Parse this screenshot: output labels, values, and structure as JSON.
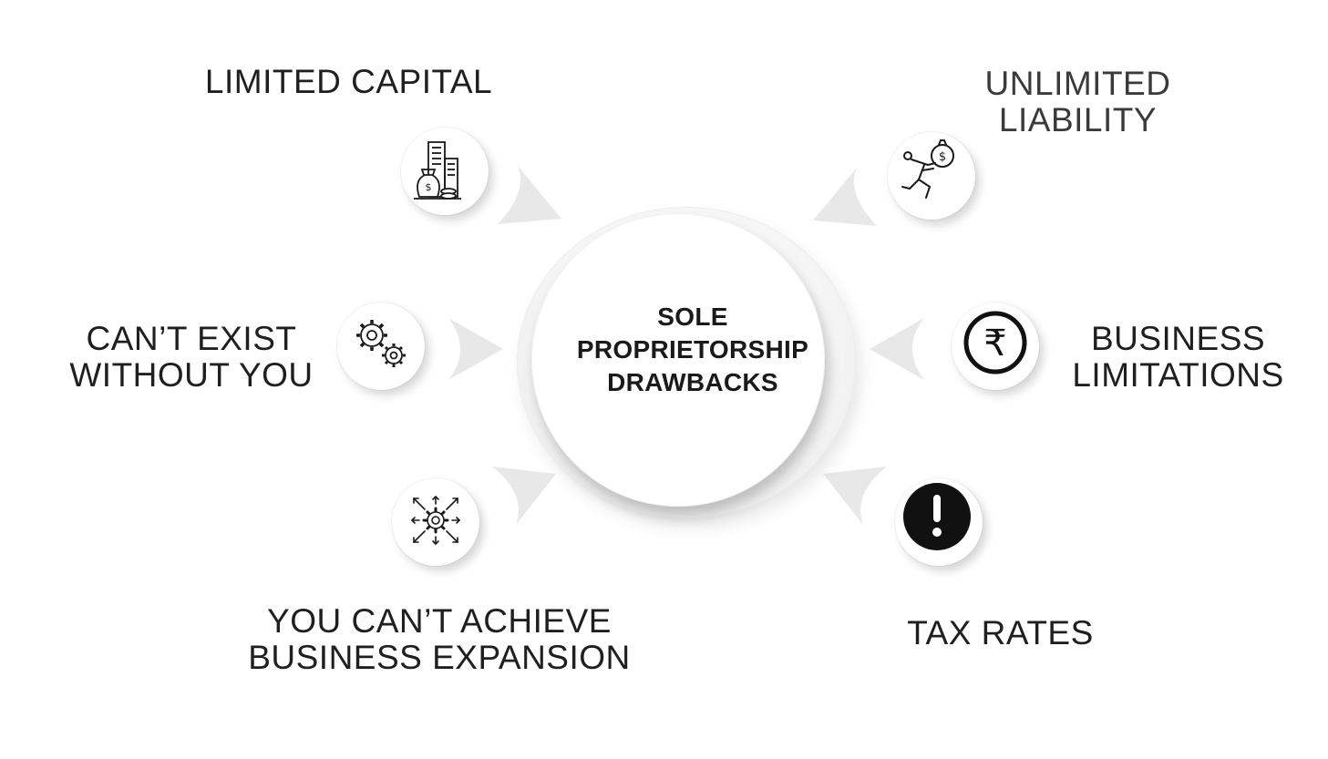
{
  "center": {
    "title_lines": [
      "SOLE",
      "PROPRIETORSHIP",
      "DRAWBACKS"
    ]
  },
  "items": [
    {
      "id": "limited-capital",
      "lines": [
        "LIMITED CAPITAL"
      ],
      "icon": "money-bag-buildings-icon"
    },
    {
      "id": "unlimited-liability",
      "lines": [
        "UNLIMITED",
        "LIABILITY"
      ],
      "icon": "person-carrying-money-bag-icon"
    },
    {
      "id": "cant-exist",
      "lines": [
        "CAN’T EXIST",
        "WITHOUT YOU"
      ],
      "icon": "gears-icon"
    },
    {
      "id": "business-limitations",
      "lines": [
        "BUSINESS",
        "LIMITATIONS"
      ],
      "icon": "rupee-icon"
    },
    {
      "id": "business-expansion",
      "lines": [
        "YOU CAN’T ACHIEVE",
        "BUSINESS EXPANSION"
      ],
      "icon": "gear-expand-arrows-icon"
    },
    {
      "id": "tax-rates",
      "lines": [
        "TAX RATES"
      ],
      "icon": "exclamation-icon"
    }
  ],
  "colors": {
    "text": "#1f1f1f",
    "arrow": "#e6e6e6",
    "icon": "#1a1a1a",
    "background": "#ffffff"
  }
}
